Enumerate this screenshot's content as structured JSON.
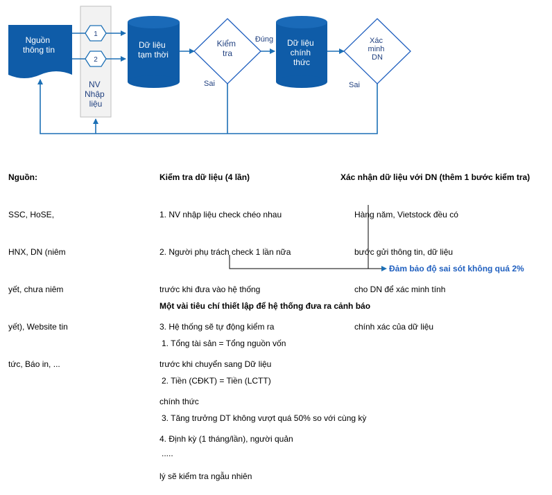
{
  "colors": {
    "node_fill": "#0f5ca8",
    "line": "#1c6fb5",
    "outline": "#1f5fbf",
    "panel_fill": "#f2f2f2",
    "panel_border": "#bfbfbf",
    "highlight_text": "#1f5fbf"
  },
  "flow": {
    "source_node": [
      "Nguồn",
      "thông tin"
    ],
    "step1": "1",
    "step2": "2",
    "entry_staff": [
      "NV",
      "Nhập",
      "liệu"
    ],
    "temp_db": [
      "Dữ liệu",
      "tạm thời"
    ],
    "check": [
      "Kiểm",
      "tra"
    ],
    "check_ok": "Đúng",
    "check_fail": "Sai",
    "official_db": [
      "Dữ liệu",
      "chính",
      "thức"
    ],
    "verify": [
      "Xác",
      "minh",
      "DN"
    ],
    "verify_fail": "Sai"
  },
  "sources": {
    "title": "Nguồn:",
    "lines": [
      "SSC, HoSE,",
      "HNX, DN (niêm",
      "yết, chưa niêm",
      "yết), Website tin",
      "tức, Báo in, ..."
    ]
  },
  "checks": {
    "title": "Kiểm tra dữ liệu (4 lần)",
    "lines": [
      "1. NV nhập liệu check chéo nhau",
      "2. Người phụ trách check 1 lần nữa",
      "trước khi đưa vào hệ thống",
      "3. Hệ thống sẽ tự động kiểm ra",
      "trước khi chuyển sang Dữ liệu",
      "chính thức",
      "4. Định kỳ (1 tháng/lần), người quản",
      "lý sẽ kiểm tra ngẫu nhiên"
    ]
  },
  "verification": {
    "title": "Xác nhận dữ liệu với DN (thêm 1 bước kiểm tra)",
    "lines": [
      "Hàng năm, Vietstock đều có",
      "bước gửi thông tin, dữ liệu",
      "cho DN để xác minh tính",
      "chính xác của dữ liệu"
    ]
  },
  "guarantee": "Đảm bảo độ sai sót không quá 2%",
  "alerts": {
    "title": "Một vài tiêu chí thiết lập để hệ thống đưa ra cảnh báo",
    "lines": [
      "1. Tổng tài sản = Tổng nguồn vốn",
      "2. Tiền (CĐKT) = Tiền (LCTT)",
      "3. Tăng trưởng DT không vượt quá 50% so với cùng kỳ",
      "....."
    ]
  }
}
